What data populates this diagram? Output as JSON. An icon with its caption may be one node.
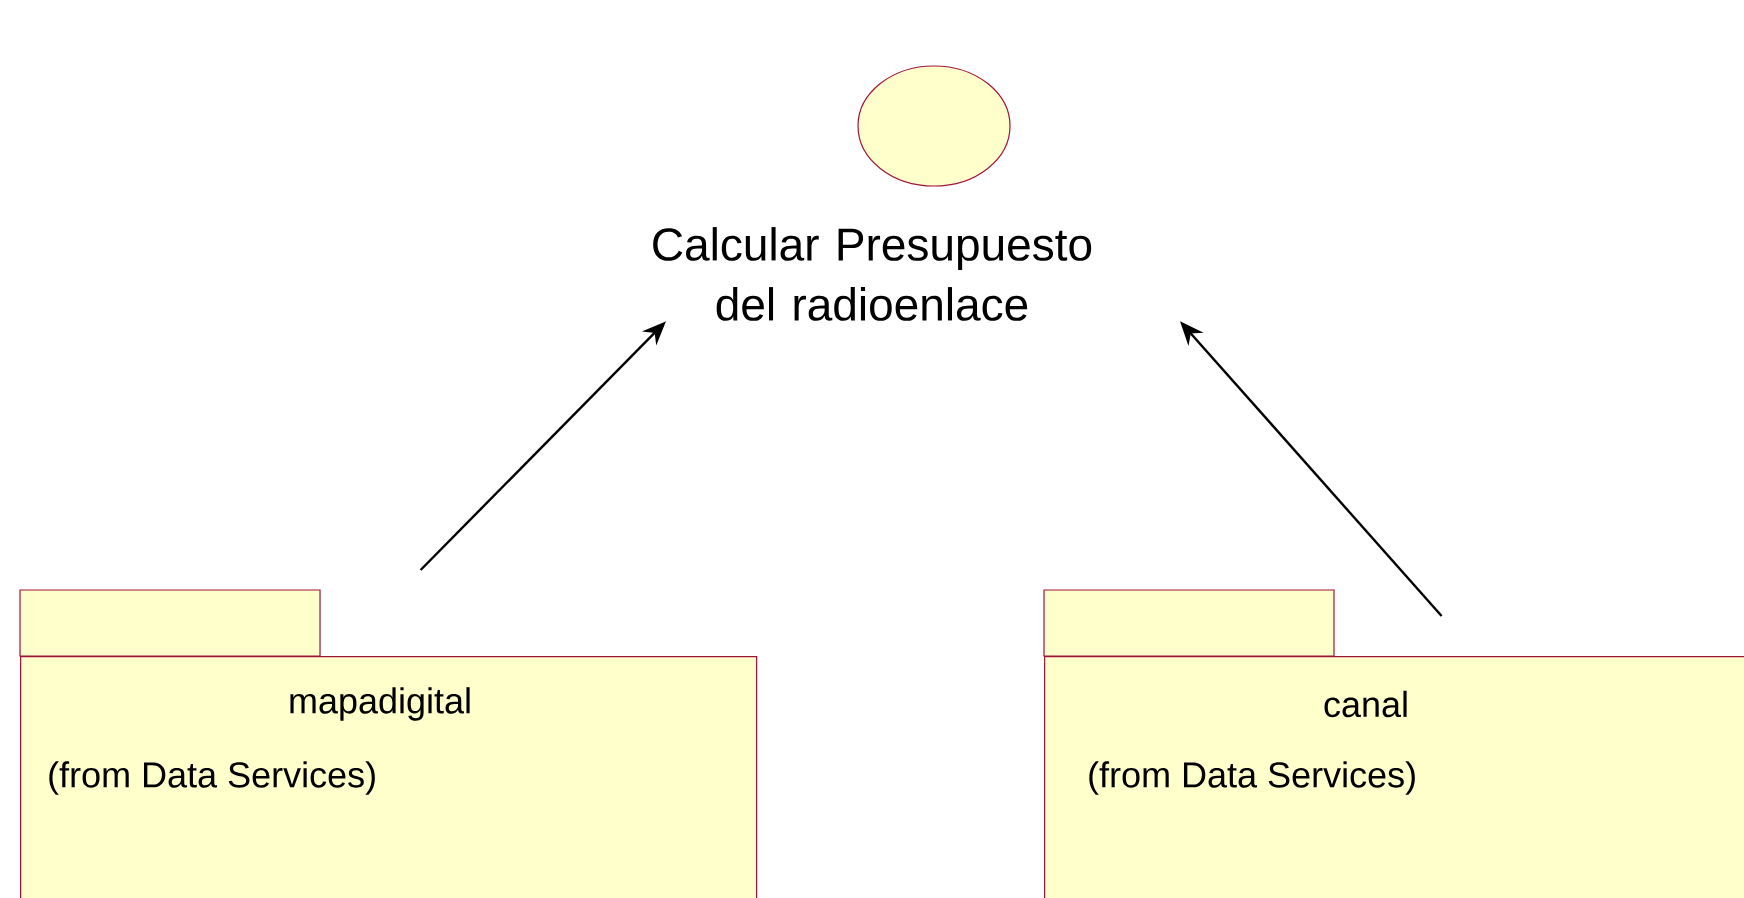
{
  "diagram": {
    "nodes": [
      {
        "text": [
          "Calcular Presupuesto del radioenlace"
        ]
      },
      {
        "text": [
          "mapadigital",
          "(from Data Services)"
        ]
      },
      {
        "text": [
          "canal",
          "(from Data Services)"
        ]
      }
    ],
    "edges": [
      {
        "from": 1,
        "to": 0,
        "arrow": "to"
      },
      {
        "from": 2,
        "to": 0,
        "arrow": "to"
      }
    ]
  }
}
